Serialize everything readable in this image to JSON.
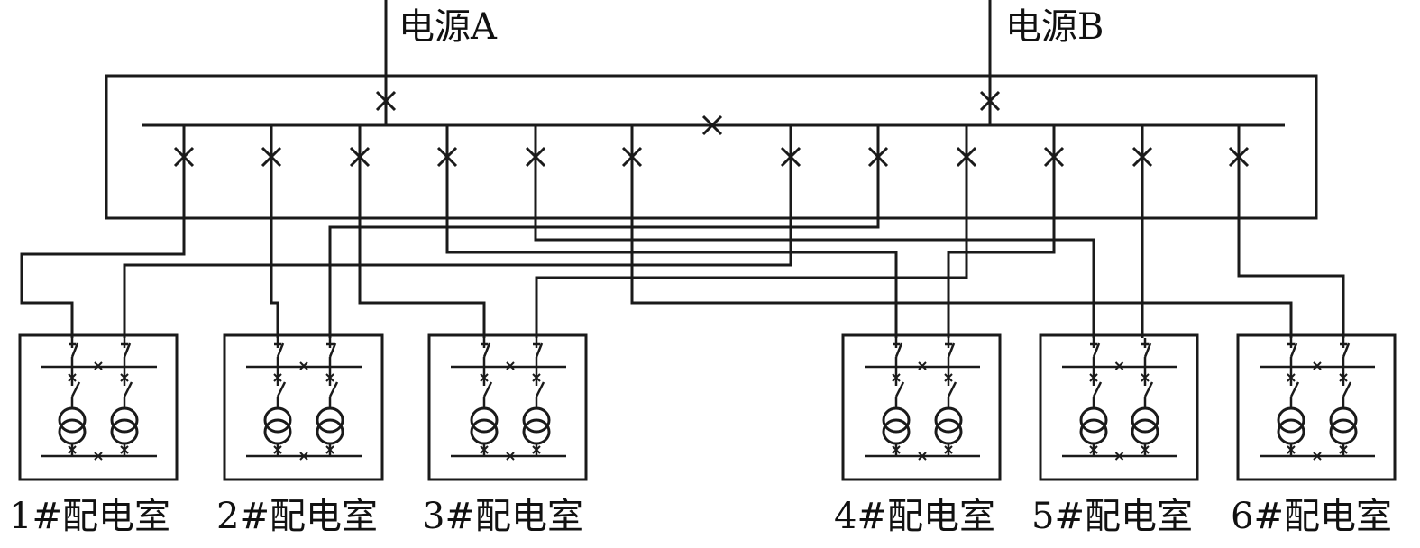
{
  "sources": [
    {
      "id": "A",
      "label": "电源A"
    },
    {
      "id": "B",
      "label": "电源B"
    }
  ],
  "rooms": [
    {
      "label": "1#配电室"
    },
    {
      "label": "2#配电室"
    },
    {
      "label": "3#配电室"
    },
    {
      "label": "4#配电室"
    },
    {
      "label": "5#配电室"
    },
    {
      "label": "6#配电室"
    }
  ],
  "colors": {
    "line": "#1a1a1a",
    "transformer_lower": "#8a8a8a",
    "background": "#ffffff"
  }
}
